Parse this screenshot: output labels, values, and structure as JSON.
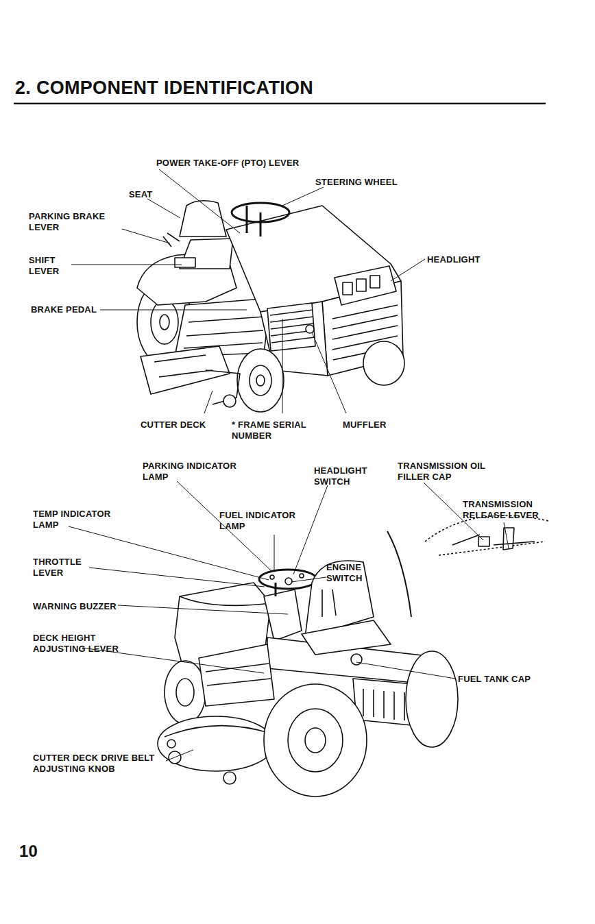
{
  "diagram": {
    "title": "2. COMPONENT IDENTIFICATION",
    "labels": [
      "POWER TAKE-OFF (PTO) LEVER",
      "STEERING WHEEL",
      "SEAT",
      "PARKING BRAKE LEVER",
      "SHIFT LEVER",
      "HEADLIGHT",
      "BRAKE PEDAL",
      "CUTTER DECK",
      "* FRAME SERIAL NUMBER",
      "MUFFLER",
      "PARKING INDICATOR LAMP",
      "HEADLIGHT SWITCH",
      "TRANSMISSION OIL FILLER CAP",
      "FUEL INDICATOR LAMP",
      "TEMP INDICATOR LAMP",
      "TRANSMISSION RELEASE LEVER",
      "THROTTLE LEVER",
      "ENGINE SWITCH",
      "WARNING BUZZER",
      "DECK HEIGHT ADJUSTING LEVER",
      "FUEL TANK CAP",
      "CUTTER DECK DRIVE BELT ADJUSTING KNOB",
      "10"
    ]
  }
}
